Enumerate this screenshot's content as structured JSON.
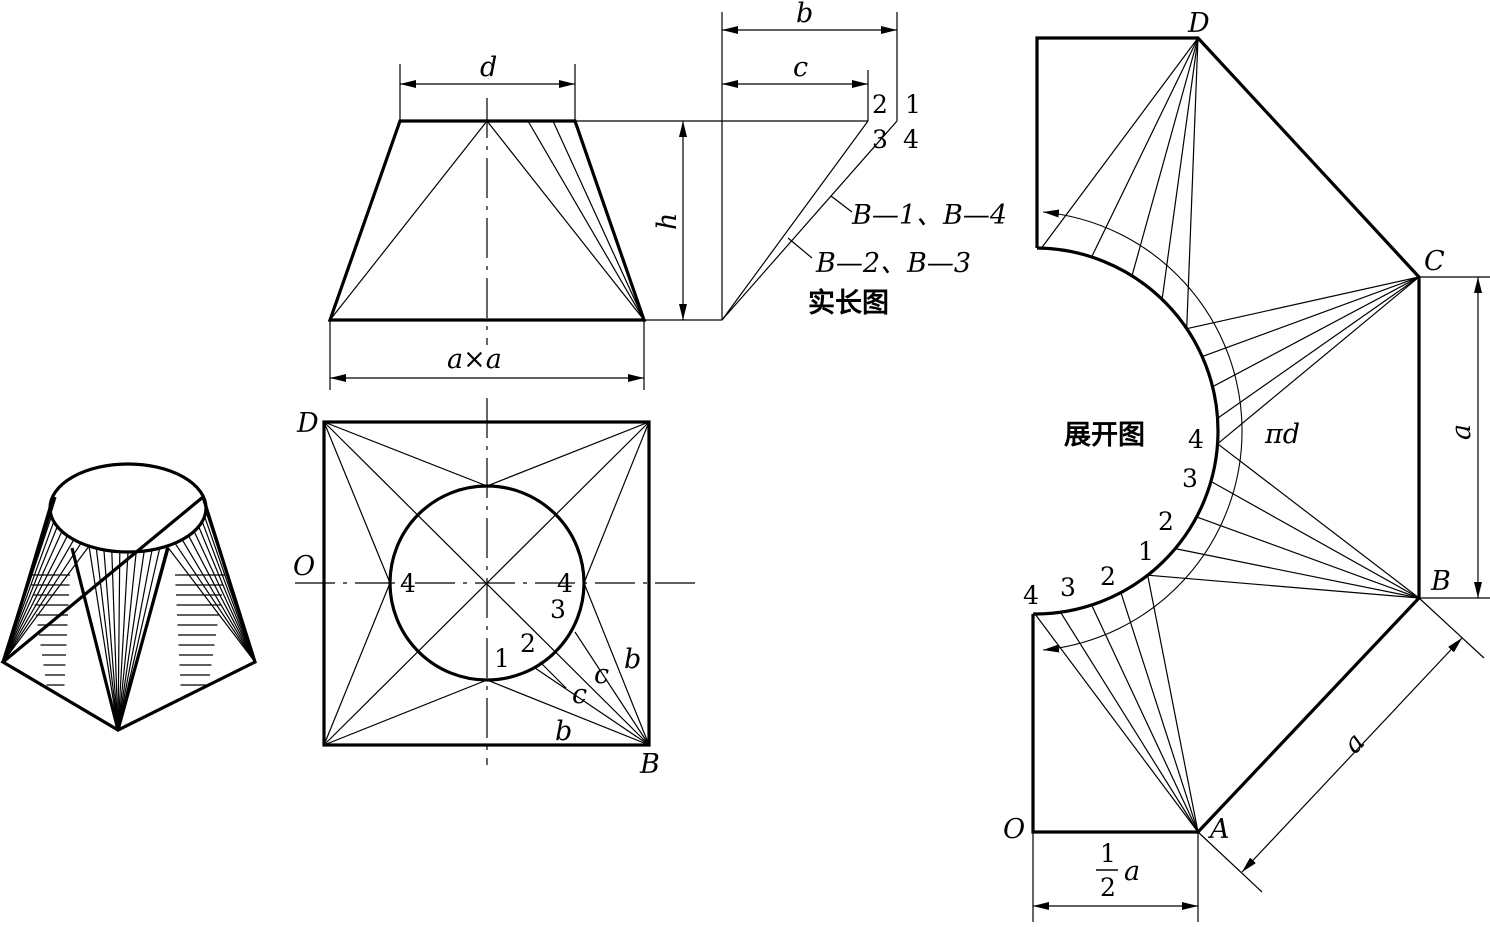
{
  "front_view": {
    "dim_top": "d",
    "dim_bottom": "a×a",
    "dim_height": "h"
  },
  "true_length": {
    "dim_b": "b",
    "dim_c": "c",
    "pt_2": "2",
    "pt_1": "1",
    "pt_3": "3",
    "pt_4": "4",
    "label_b1_b4": "B—1、B—4",
    "label_b2_b3": "B—2、B—3",
    "title": "实长图"
  },
  "top_view": {
    "corner_D": "D",
    "corner_O": "O",
    "corner_B": "B",
    "pt_4_left": "4",
    "pt_4_right": "4",
    "pt_3": "3",
    "pt_2": "2",
    "pt_1": "1",
    "lbl_c1": "c",
    "lbl_c2": "c",
    "lbl_b1": "b",
    "lbl_b2": "b"
  },
  "development": {
    "title": "展开图",
    "pt_D": "D",
    "pt_C": "C",
    "pt_B": "B",
    "pt_A": "A",
    "pt_O": "O",
    "arc_label": "πd",
    "dim_a_right": "a",
    "dim_a_diag": "a",
    "half_num": "1",
    "half_den": "2",
    "half_var": "a",
    "arc_4_mid": "4",
    "arc_3": "3",
    "arc_2": "2",
    "arc_1": "1",
    "bottom_4": "4",
    "bottom_3": "3",
    "bottom_2": "2"
  }
}
